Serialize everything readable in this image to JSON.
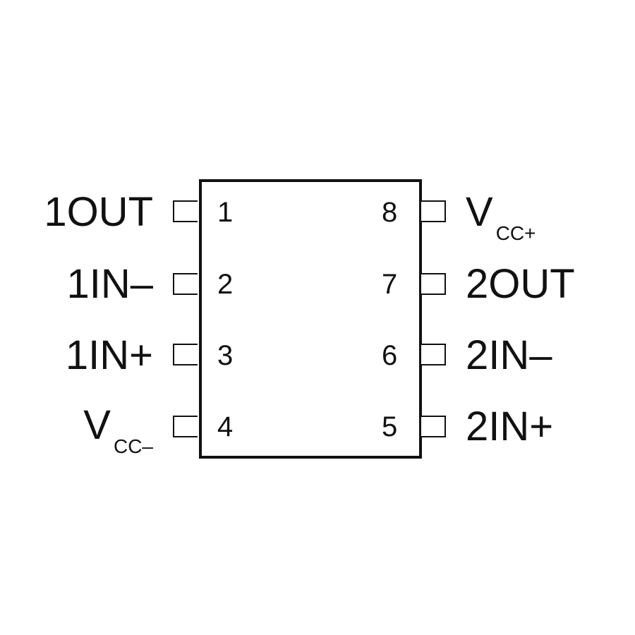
{
  "diagram": {
    "type": "ic-pinout",
    "package": "8-pin dual inline",
    "pins": [
      {
        "number": "1",
        "label": "1OUT",
        "sub": ""
      },
      {
        "number": "2",
        "label": "1IN–",
        "sub": ""
      },
      {
        "number": "3",
        "label": "1IN+",
        "sub": ""
      },
      {
        "number": "4",
        "label": "V",
        "sub": "CC–"
      },
      {
        "number": "5",
        "label": "2IN+",
        "sub": ""
      },
      {
        "number": "6",
        "label": "2IN–",
        "sub": ""
      },
      {
        "number": "7",
        "label": "2OUT",
        "sub": ""
      },
      {
        "number": "8",
        "label": "V",
        "sub": "CC+"
      }
    ]
  }
}
